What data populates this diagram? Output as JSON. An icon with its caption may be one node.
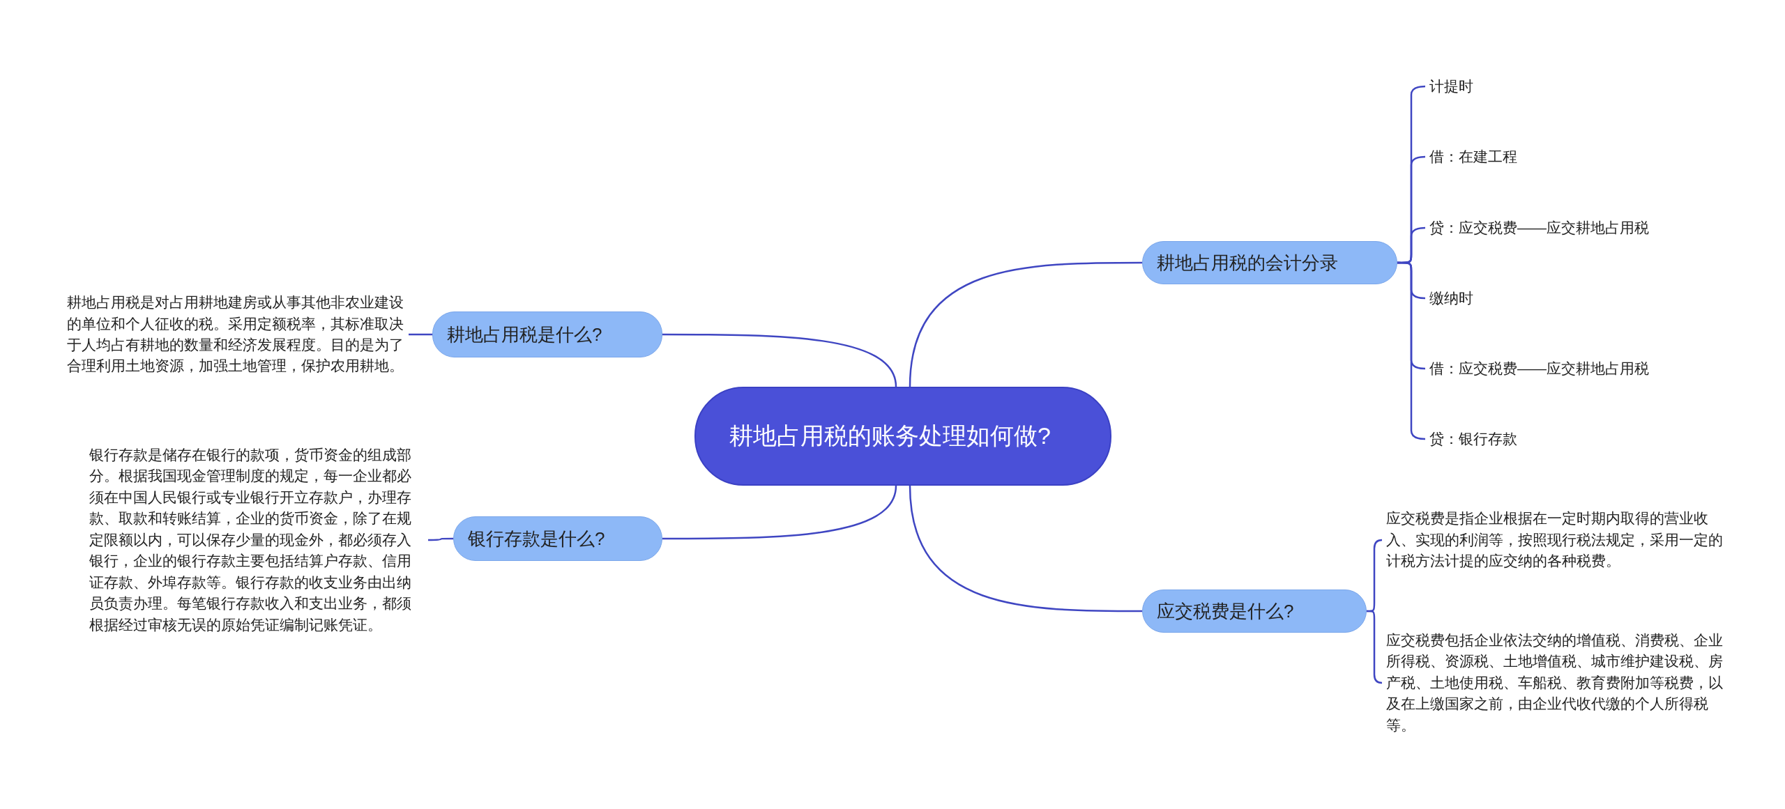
{
  "diagram": {
    "nodes": [
      {
        "text": [
          "耕地占用税的账务处理如何做?"
        ]
      },
      {
        "text": [
          "耕地占用税是什么?"
        ]
      },
      {
        "text": [
          "耕地占用税是对占用耕地建房或从事其他非农业建设的单位和个人征收的税。采用定额税率，其标准取决于人均占有耕地的数量和经济发展程度。目的是为了合理利用土地资源，加强土地管理，保护农用耕地。"
        ]
      },
      {
        "text": [
          "银行存款是什么?"
        ]
      },
      {
        "text": [
          "银行存款是储存在银行的款项，货币资金的组成部分。根据我国现金管理制度的规定，每一企业都必须在中国人民银行或专业银行开立存款户，办理存款、取款和转账结算，企业的货币资金，除了在规定限额以内，可以保存少量的现金外，都必须存入银行，企业的银行存款主要包括结算户存款、信用证存款、外埠存款等。银行存款的收支业务由出纳员负责办理。每笔银行存款收入和支出业务，都须根据经过审核无误的原始凭证编制记账凭证。"
        ]
      },
      {
        "text": [
          "耕地占用税的会计分录"
        ]
      },
      {
        "text": [
          "计提时"
        ]
      },
      {
        "text": [
          "借：在建工程"
        ]
      },
      {
        "text": [
          "贷：应交税费——应交耕地占用税"
        ]
      },
      {
        "text": [
          "缴纳时"
        ]
      },
      {
        "text": [
          "借：应交税费——应交耕地占用税"
        ]
      },
      {
        "text": [
          "贷：银行存款"
        ]
      },
      {
        "text": [
          "应交税费是什么?"
        ]
      },
      {
        "text": [
          "应交税费是指企业根据在一定时期内取得的营业收入、实现的利润等，按照现行税法规定，采用一定的计税方法计提的应交纳的各种税费。"
        ]
      },
      {
        "text": [
          "应交税费包括企业依法交纳的增值税、消费税、企业所得税、资源税、土地增值税、城市维护建设税、房产税、土地使用税、车船税、教育费附加等税费，以及在上缴国家之前，由企业代收代缴的个人所得税等。"
        ]
      }
    ],
    "edges": [
      {
        "from": 0,
        "to": 1,
        "arrow": "none"
      },
      {
        "from": 1,
        "to": 2,
        "arrow": "none"
      },
      {
        "from": 0,
        "to": 3,
        "arrow": "none"
      },
      {
        "from": 3,
        "to": 4,
        "arrow": "none"
      },
      {
        "from": 0,
        "to": 5,
        "arrow": "none"
      },
      {
        "from": 5,
        "to": 6,
        "arrow": "none"
      },
      {
        "from": 5,
        "to": 7,
        "arrow": "none"
      },
      {
        "from": 5,
        "to": 8,
        "arrow": "none"
      },
      {
        "from": 5,
        "to": 9,
        "arrow": "none"
      },
      {
        "from": 5,
        "to": 10,
        "arrow": "none"
      },
      {
        "from": 5,
        "to": 11,
        "arrow": "none"
      },
      {
        "from": 0,
        "to": 12,
        "arrow": "none"
      },
      {
        "from": 12,
        "to": 13,
        "arrow": "none"
      },
      {
        "from": 12,
        "to": 14,
        "arrow": "none"
      }
    ]
  }
}
